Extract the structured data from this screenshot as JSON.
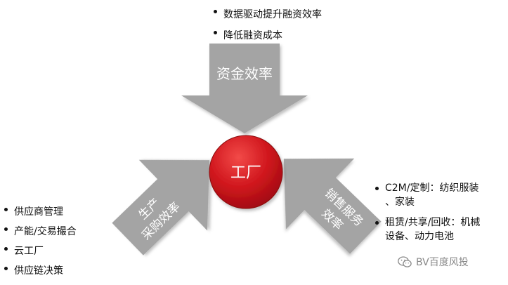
{
  "center": {
    "label": "工厂",
    "color": "#d0161d"
  },
  "arrows": {
    "top": {
      "label": "资金效率",
      "color": "#a4a4a4"
    },
    "left": {
      "line1": "生产",
      "line2": "采购效率",
      "color": "#a4a4a4"
    },
    "right": {
      "line1": "销售服务",
      "line2": "效率",
      "color": "#a4a4a4"
    }
  },
  "lists": {
    "top": [
      "数据驱动提升融资效率",
      "降低融资成本"
    ],
    "left": [
      "供应商管理",
      "产能/交易撮合",
      "云工厂",
      "供应链决策"
    ],
    "right": [
      {
        "line1": "C2M/定制：纺织服装",
        "line2": "、家装"
      },
      {
        "line1": "租赁/共享/回收：机械",
        "line2": "设备、动力电池"
      }
    ]
  },
  "watermark": {
    "text": "BV百度风投",
    "icon": "wechat-icon"
  }
}
